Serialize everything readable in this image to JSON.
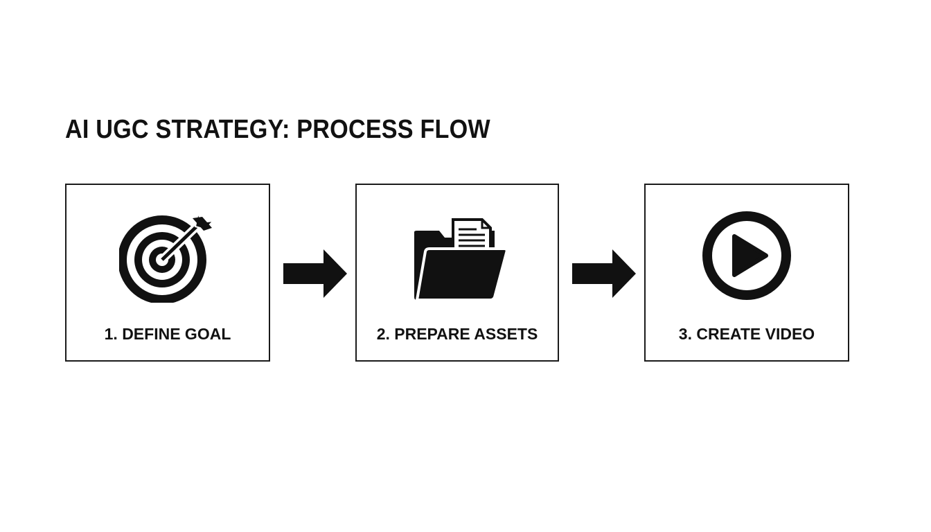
{
  "title": "AI UGC STRATEGY: PROCESS FLOW",
  "steps": [
    {
      "label": "1. DEFINE GOAL",
      "icon": "target-icon"
    },
    {
      "label": "2. PREPARE ASSETS",
      "icon": "folder-icon"
    },
    {
      "label": "3. CREATE VIDEO",
      "icon": "play-icon"
    }
  ],
  "colors": {
    "ink": "#111111",
    "background": "#ffffff"
  }
}
